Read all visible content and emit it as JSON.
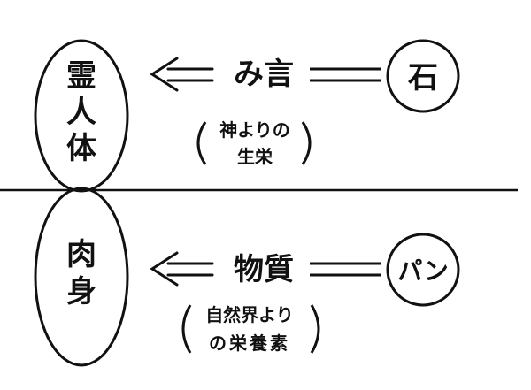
{
  "upper": {
    "left_label": [
      "霊",
      "人",
      "体"
    ],
    "arrow_label": "み言",
    "right_label": "石",
    "note": [
      "神よりの",
      "生栄"
    ]
  },
  "lower": {
    "left_label": [
      "肉",
      "身"
    ],
    "arrow_label": "物質",
    "right_label": "パン",
    "note": [
      "自然界より",
      "の栄養素"
    ]
  },
  "colors": {
    "ink": "#111111",
    "background": "#ffffff"
  }
}
